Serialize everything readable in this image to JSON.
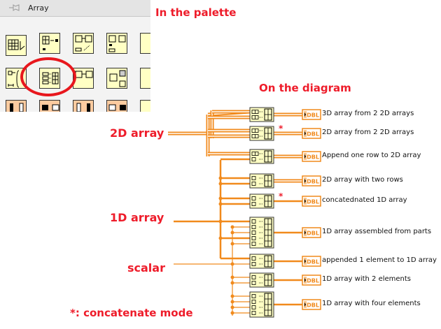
{
  "palette": {
    "title": "Array",
    "selected_function": "Build Array"
  },
  "headings": {
    "in_palette": "In the palette",
    "on_diagram": "On the diagram"
  },
  "inputs": {
    "array_2d": "2D array",
    "array_1d": "1D array",
    "scalar": "scalar"
  },
  "footnote": "*: concatenate mode",
  "indicator_type": "DBL",
  "outputs": [
    {
      "label": "3D array from 2 2D arrays",
      "concatenate": false
    },
    {
      "label": "2D array from 2 2D arrays",
      "concatenate": true
    },
    {
      "label": "Append one row to 2D array",
      "concatenate": false
    },
    {
      "label": "2D array with two rows",
      "concatenate": false
    },
    {
      "label": "concatednated 1D array",
      "concatenate": true
    },
    {
      "label": "1D array assembled from parts",
      "concatenate": false
    },
    {
      "label": "appended 1 element to 1D array",
      "concatenate": false
    },
    {
      "label": "1D array with 2 elements",
      "concatenate": false
    },
    {
      "label": "1D array with four elements",
      "concatenate": false
    }
  ],
  "colors": {
    "wire": "#f18a1c",
    "annotation": "#ee1c2a",
    "node_fill": "#ffffc4"
  }
}
